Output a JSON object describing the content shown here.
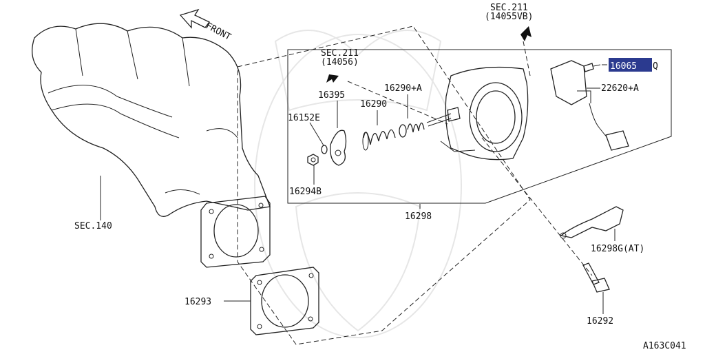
{
  "diagram": {
    "code": "A163C041",
    "front_label": "FRONT",
    "highlight_color": "#2b3a8f",
    "labels": {
      "sec211_top_line1": "SEC.211",
      "sec211_top_line2": "(14055VB)",
      "sec211_mid_line1": "SEC.211",
      "sec211_mid_line2": "(14056)",
      "sec140": "SEC.140",
      "p16065": "16065",
      "p16065_suffix": "Q",
      "p22620": "22620+A",
      "p16395": "16395",
      "p16290a": "16290+A",
      "p16290": "16290",
      "p16152e": "16152E",
      "p16294b": "16294B",
      "p16298": "16298",
      "p16298g": "16298G(AT)",
      "p16293": "16293",
      "p16292": "16292"
    }
  }
}
